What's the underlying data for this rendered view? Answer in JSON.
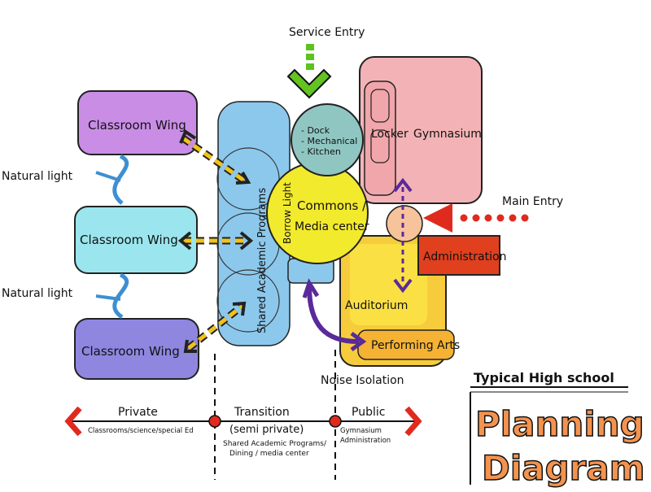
{
  "top": {
    "service_entry": "Service Entry"
  },
  "wings": {
    "w1": "Classroom Wing",
    "w2": "Classroom Wing",
    "w3": "Classroom Wing",
    "natural1": "Natural light",
    "natural2": "Natural light"
  },
  "core": {
    "shared": "Shared Academic Programs",
    "borrow": "Borrow Light",
    "commons1": "Commons /",
    "commons2": "Media center",
    "dock1": "- Dock",
    "dock2": "- Mechanical",
    "dock3": "- Kitchen"
  },
  "public": {
    "locker": "Locker",
    "gym": "Gymnasium",
    "main_entry": "Main Entry",
    "admin": "Administration",
    "auditorium": "Auditorium",
    "performing": "Performing Arts",
    "noise": "Noise Isolation"
  },
  "scale": {
    "private": "Private",
    "private_sub": "Classrooms/science/special Ed",
    "transition": "Transition",
    "transition_sub": "(semi private)",
    "transition_sub2": "Shared Academic Programs/",
    "transition_sub3": "Dining / media center",
    "public": "Public",
    "public_sub1": "Gymnasium",
    "public_sub2": "Administration"
  },
  "title": {
    "small": "Typical High school",
    "big1": "Planning",
    "big2": "Diagram"
  },
  "colors": {
    "purple": "#c98de6",
    "cyan": "#9be6ee",
    "violet": "#8f86e0",
    "blue": "#8cc8ec",
    "yellow": "#f2ea2c",
    "teal": "#8fc6c2",
    "pink": "#f3b3b6",
    "orange": "#f7c53a",
    "red": "#e0401e",
    "title_orange": "#f3934f"
  }
}
